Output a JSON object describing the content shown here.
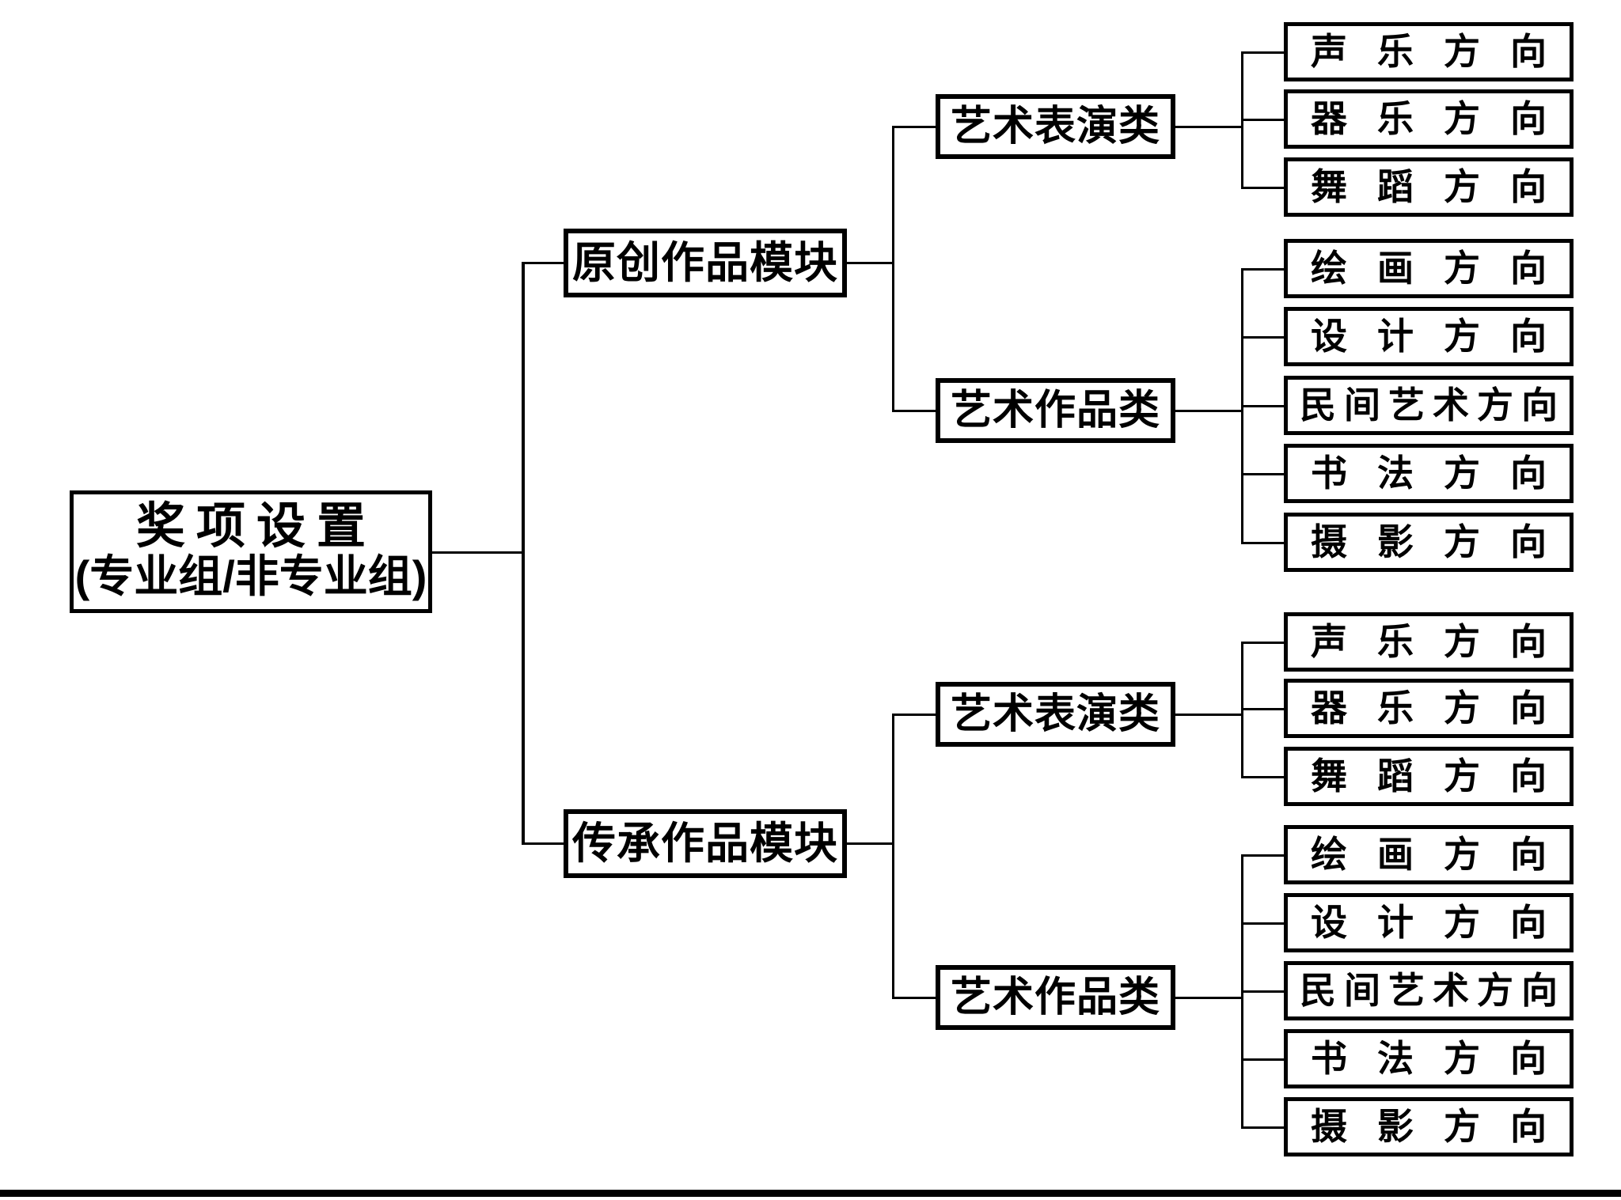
{
  "diagram": {
    "type": "tree",
    "orientation": "left-to-right",
    "root": {
      "title_main": "奖项设置",
      "title_sub": "(专业组/非专业组)"
    },
    "modules": [
      {
        "label": "原创作品模块",
        "categories": [
          {
            "label": "艺术表演类",
            "leaves": [
              "声乐方向",
              "器乐方向",
              "舞蹈方向"
            ]
          },
          {
            "label": "艺术作品类",
            "leaves": [
              "绘画方向",
              "设计方向",
              "民间艺术方向",
              "书法方向",
              "摄影方向"
            ]
          }
        ]
      },
      {
        "label": "传承作品模块",
        "categories": [
          {
            "label": "艺术表演类",
            "leaves": [
              "声乐方向",
              "器乐方向",
              "舞蹈方向"
            ]
          },
          {
            "label": "艺术作品类",
            "leaves": [
              "绘画方向",
              "设计方向",
              "民间艺术方向",
              "书法方向",
              "摄影方向"
            ]
          }
        ]
      }
    ],
    "colors": {
      "background": "#ffffff",
      "border": "#000000",
      "text": "#000000",
      "connector": "#000000"
    }
  }
}
